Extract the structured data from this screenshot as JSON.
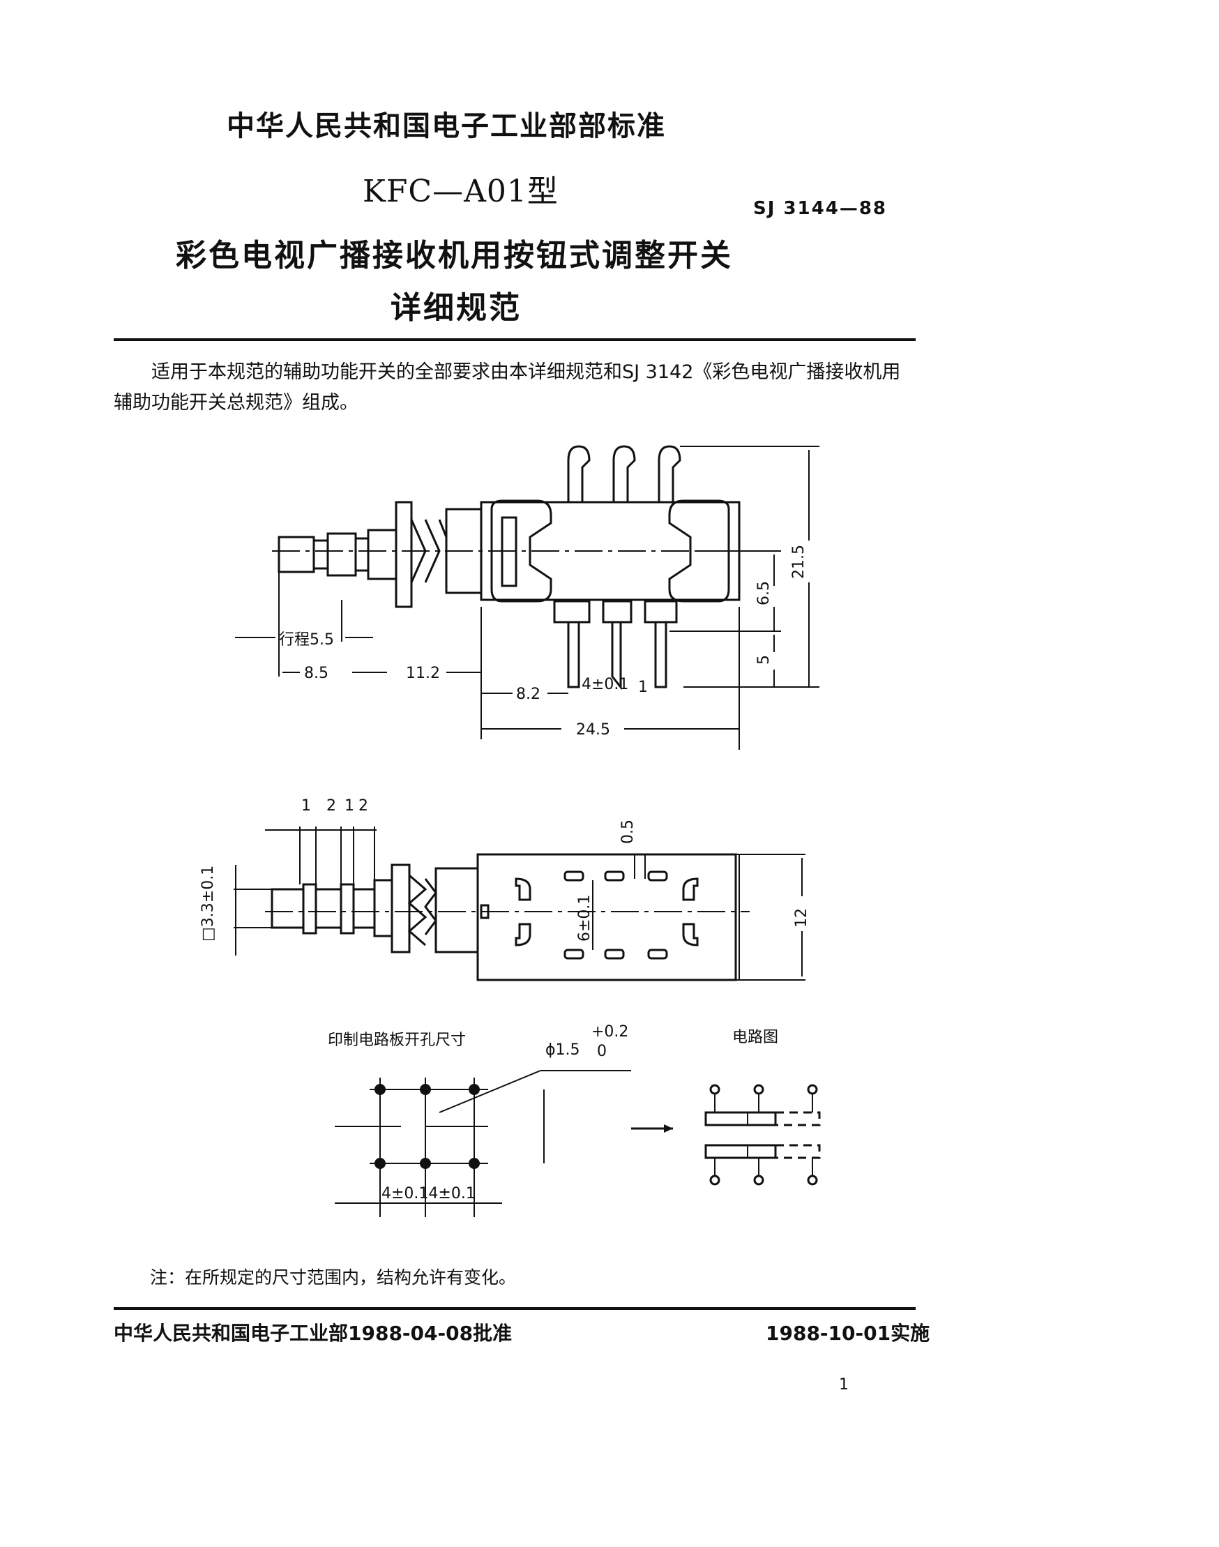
{
  "header": {
    "org_standard": "中华人民共和国电子工业部部标准",
    "model": "KFC—A01型",
    "standard_code": "SJ 3144—88",
    "title_line1": "彩色电视广播接收机用按钮式调整开关",
    "title_line2": "详细规范"
  },
  "body": {
    "paragraph": "适用于本规范的辅助功能开关的全部要求由本详细规范和SJ 3142《彩色电视广播接收机用辅助功能开关总规范》组成。"
  },
  "figure_top": {
    "stroke_label": "行程5.5",
    "dims": {
      "d8_5": "8.5",
      "d11_2": "11.2",
      "d8_2": "8.2",
      "d4_01": "4±0.1",
      "d1": "1",
      "d24_5": "24.5",
      "d6_5": "6.5",
      "d5": "5",
      "d21_5": "21.5"
    }
  },
  "figure_bottom": {
    "pitch_labels": [
      "1",
      "2",
      "1",
      "2"
    ],
    "dims": {
      "d0_5": "0.5",
      "d3_3": "□3.3±0.1",
      "d6_01": "6±0.1",
      "d12": "12"
    }
  },
  "pcb": {
    "title": "印制电路板开孔尺寸",
    "hole_label": "ϕ1.5",
    "hole_tol_upper": "+0.2",
    "hole_tol_lower": "0",
    "pitch_label": "4±0.14±0.1"
  },
  "circuit": {
    "title": "电路图"
  },
  "note": "注：在所规定的尺寸范围内，结构允许有变化。",
  "footer": {
    "approval": "中华人民共和国电子工业部1988-04-08批准",
    "effective": "1988-10-01实施",
    "page_number": "1"
  }
}
